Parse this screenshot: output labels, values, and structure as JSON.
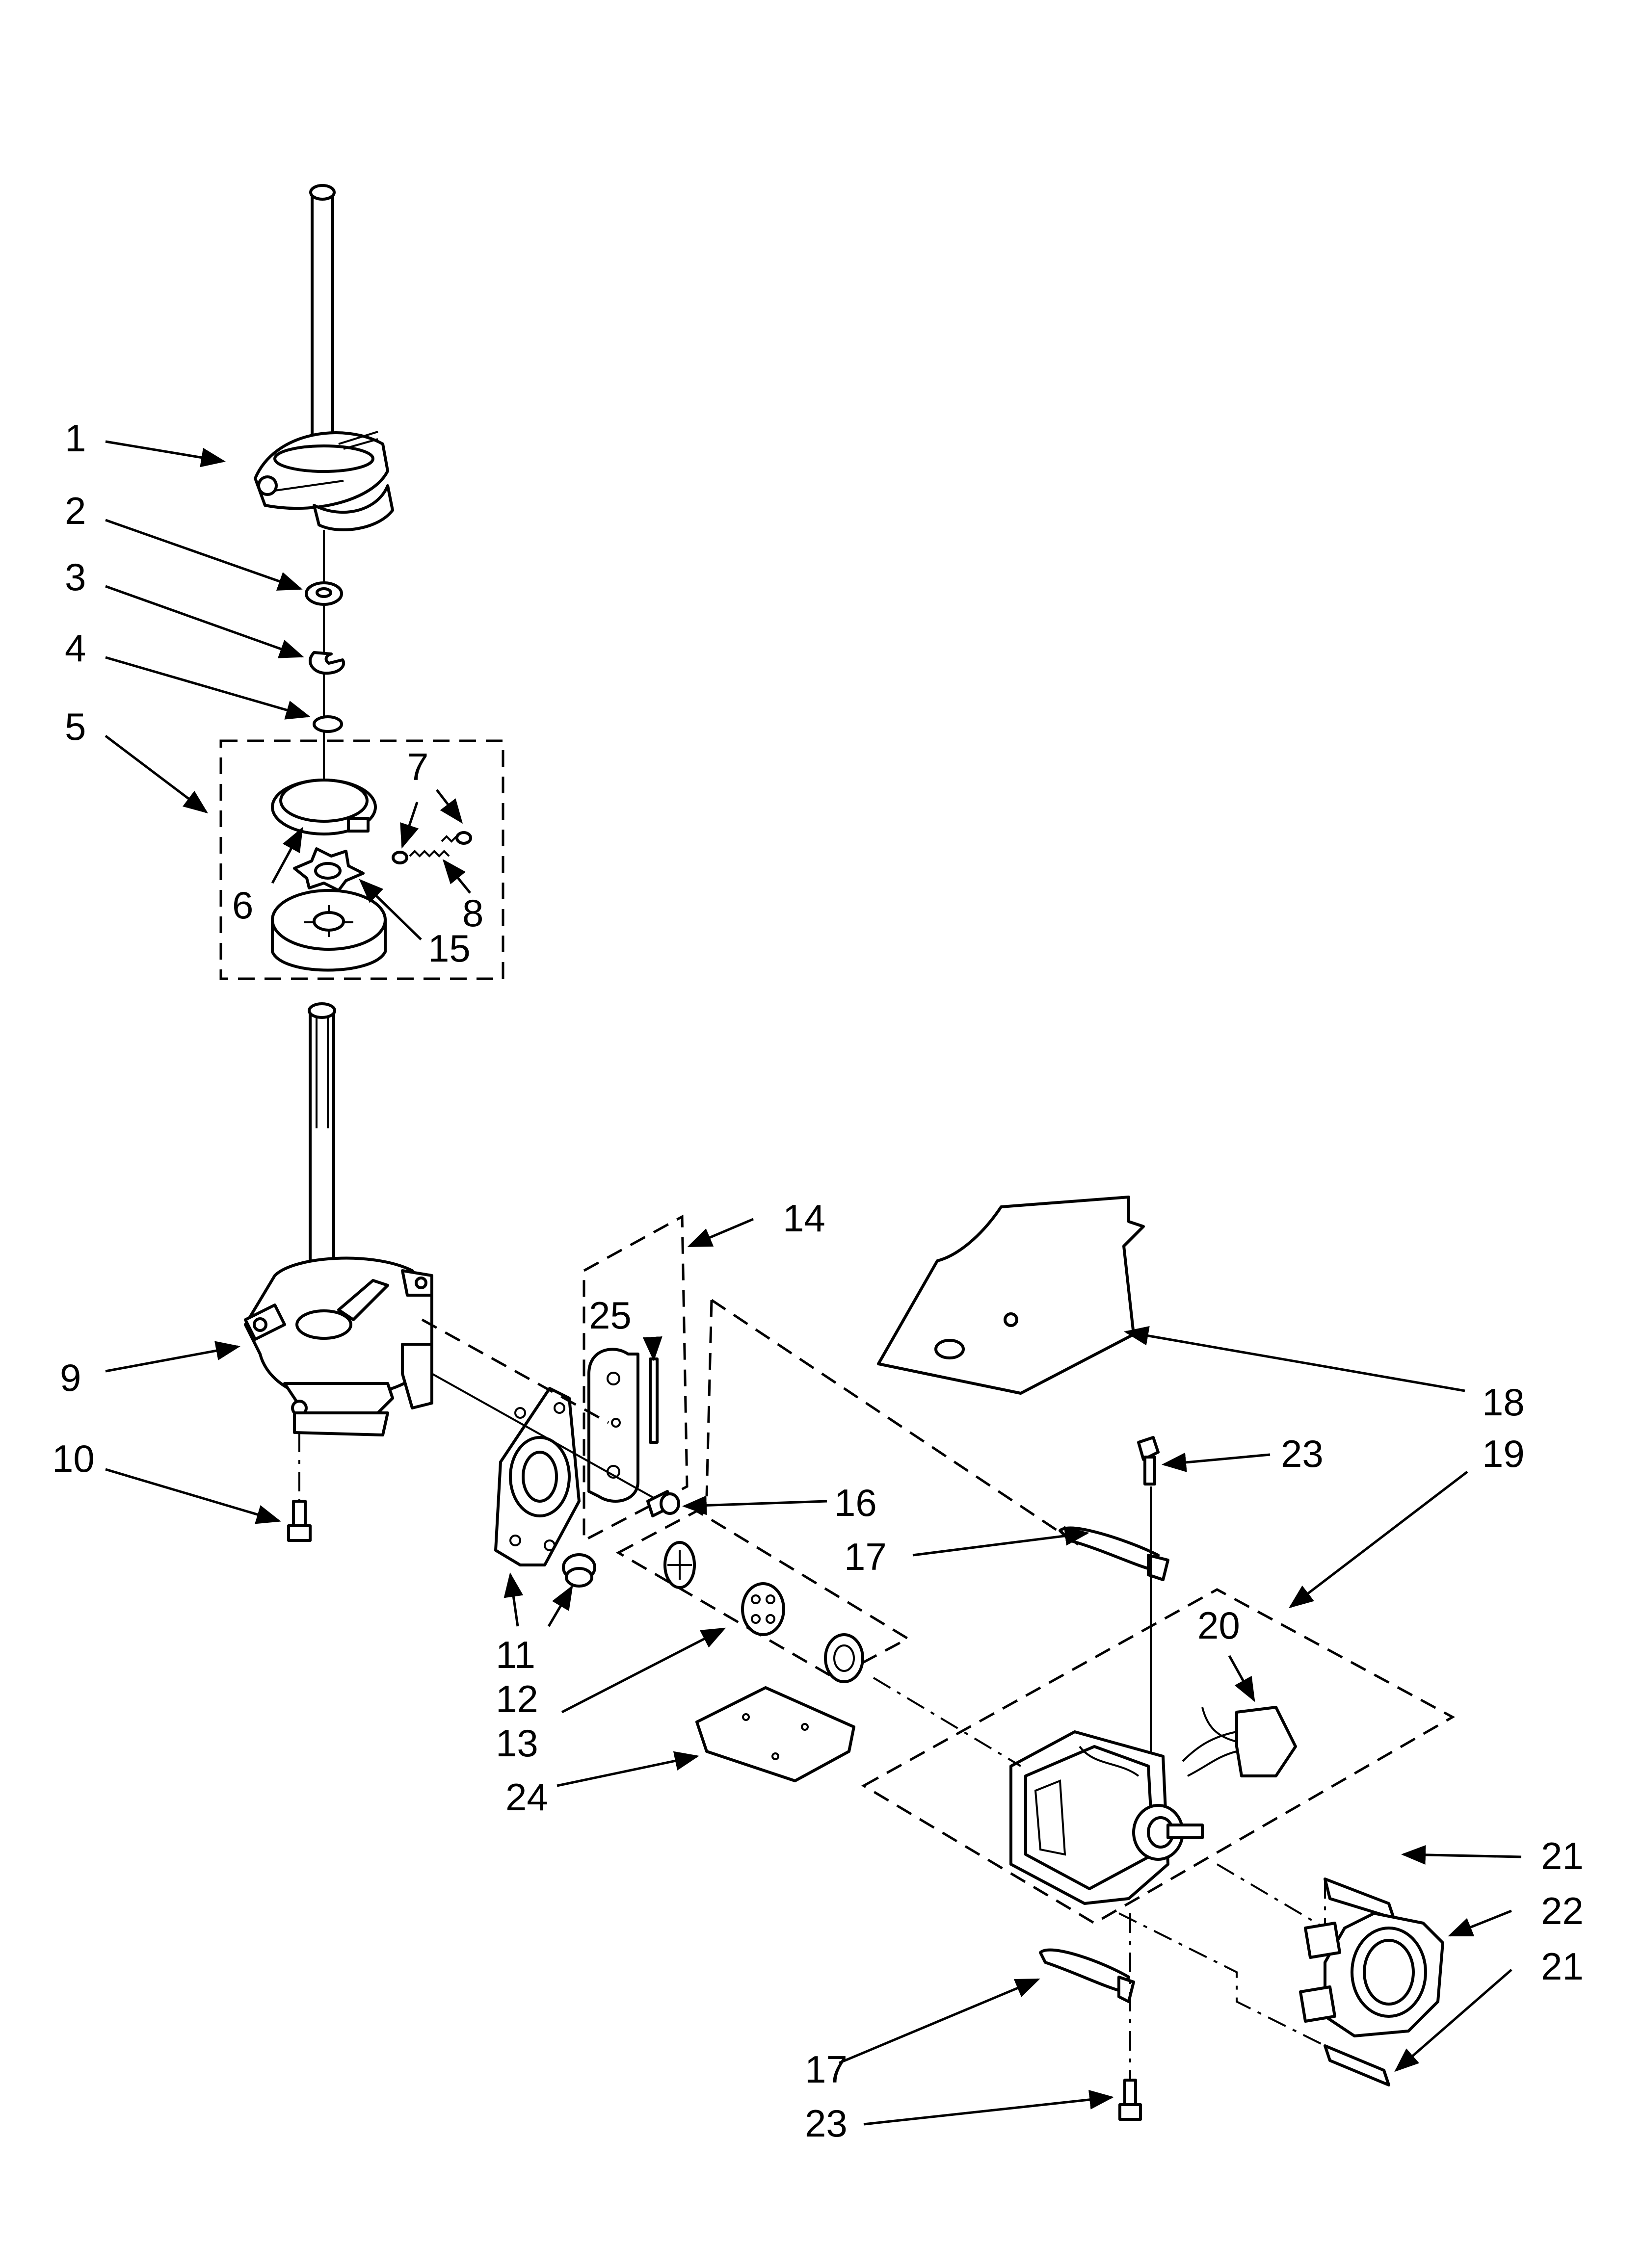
{
  "callouts": {
    "c1": "1",
    "c2": "2",
    "c3": "3",
    "c4": "4",
    "c5": "5",
    "c6": "6",
    "c7": "7",
    "c8": "8",
    "c9": "9",
    "c10": "10",
    "c11": "11",
    "c12": "12",
    "c13": "13",
    "c14": "14",
    "c15": "15",
    "c16": "16",
    "c17a": "17",
    "c17b": "17",
    "c18": "18",
    "c19": "19",
    "c20": "20",
    "c21a": "21",
    "c21b": "21",
    "c22": "22",
    "c23a": "23",
    "c23b": "23",
    "c24": "24",
    "c25": "25"
  }
}
